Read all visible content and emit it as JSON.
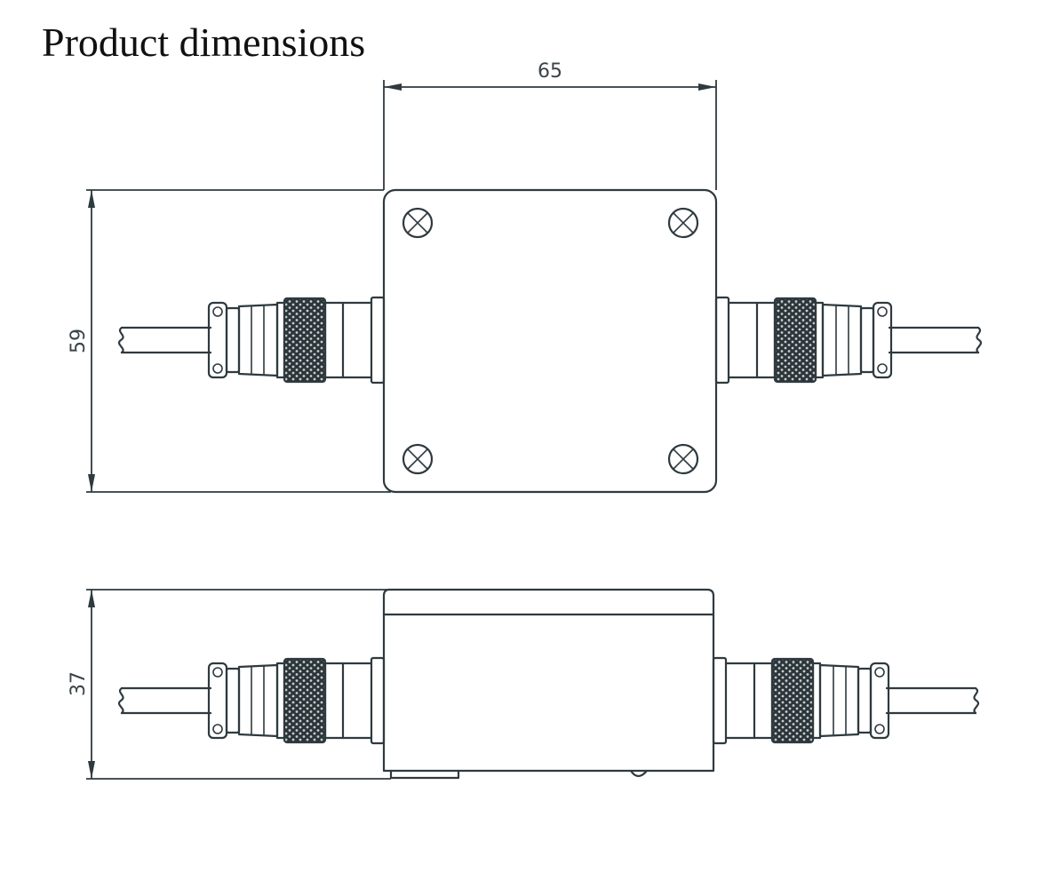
{
  "title": "Product dimensions",
  "dimensions": {
    "width": "65",
    "height": "59",
    "depth": "37"
  },
  "colors": {
    "line": "#2e3a3f",
    "text": "#111111",
    "background": "#ffffff"
  }
}
